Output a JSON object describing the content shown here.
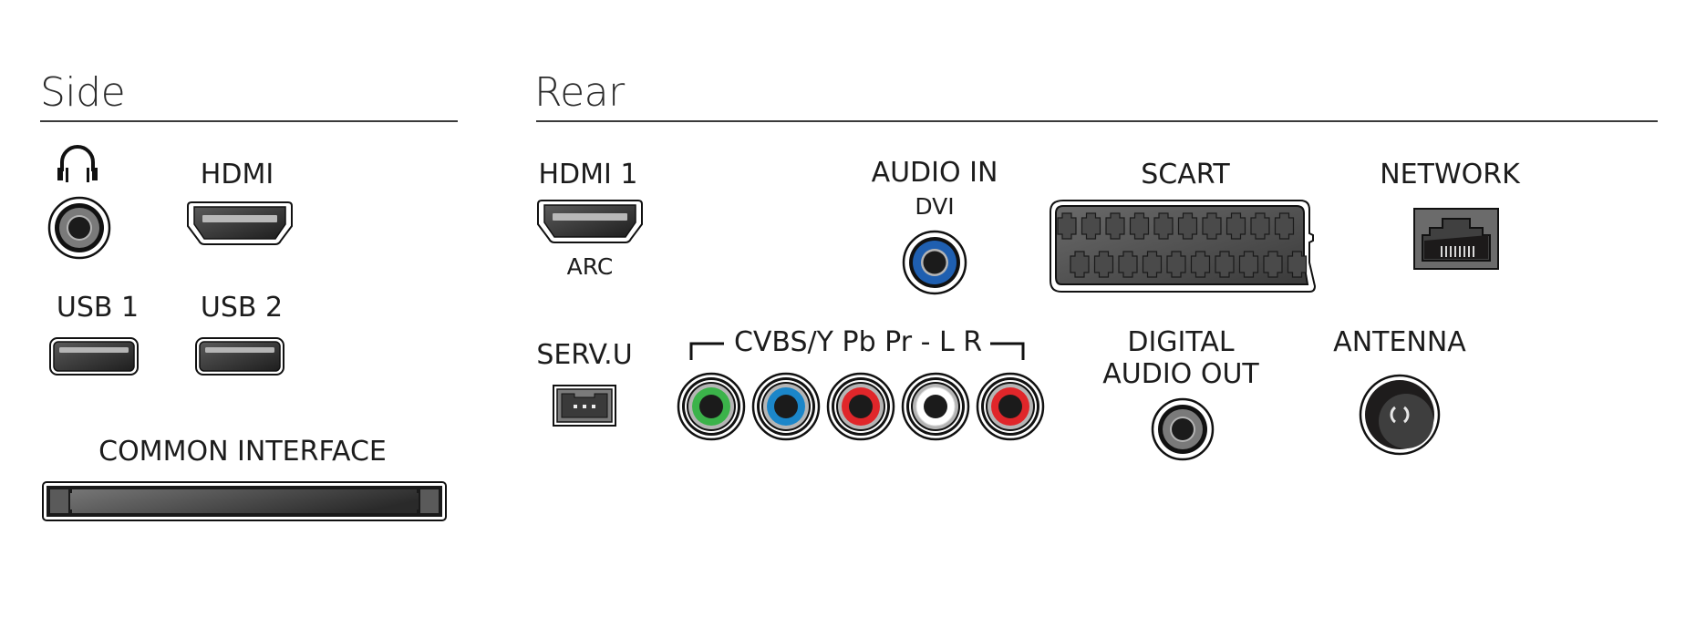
{
  "title": "TV connectors overview",
  "side": {
    "heading": "Side",
    "headphones": {
      "icon": "headphones-icon",
      "label": ""
    },
    "hdmi": {
      "label": "HDMI"
    },
    "usb1": {
      "label": "USB 1"
    },
    "usb2": {
      "label": "USB 2"
    },
    "common_interface": {
      "label": "COMMON INTERFACE"
    }
  },
  "rear": {
    "heading": "Rear",
    "hdmi1": {
      "label": "HDMI 1",
      "sublabel": "ARC"
    },
    "audio_in": {
      "label": "AUDIO IN",
      "sublabel": "DVI",
      "color": "#1f5fb0"
    },
    "scart": {
      "label": "SCART",
      "pin_rows": 2,
      "pins_per_row": 10
    },
    "network": {
      "label": "NETWORK"
    },
    "serv_u": {
      "label": "SERV.U"
    },
    "component": {
      "label": "CVBS/Y Pb Pr - L R",
      "jacks": [
        {
          "name": "cvbs-y",
          "color": "#3bb34a"
        },
        {
          "name": "pb",
          "color": "#1b86c9"
        },
        {
          "name": "pr",
          "color": "#e0262a"
        },
        {
          "name": "audio-l",
          "color": "#ffffff"
        },
        {
          "name": "audio-r",
          "color": "#e0262a"
        }
      ]
    },
    "digital_audio_out": {
      "label_line1": "DIGITAL",
      "label_line2": "AUDIO OUT"
    },
    "antenna": {
      "label": "ANTENNA"
    }
  }
}
